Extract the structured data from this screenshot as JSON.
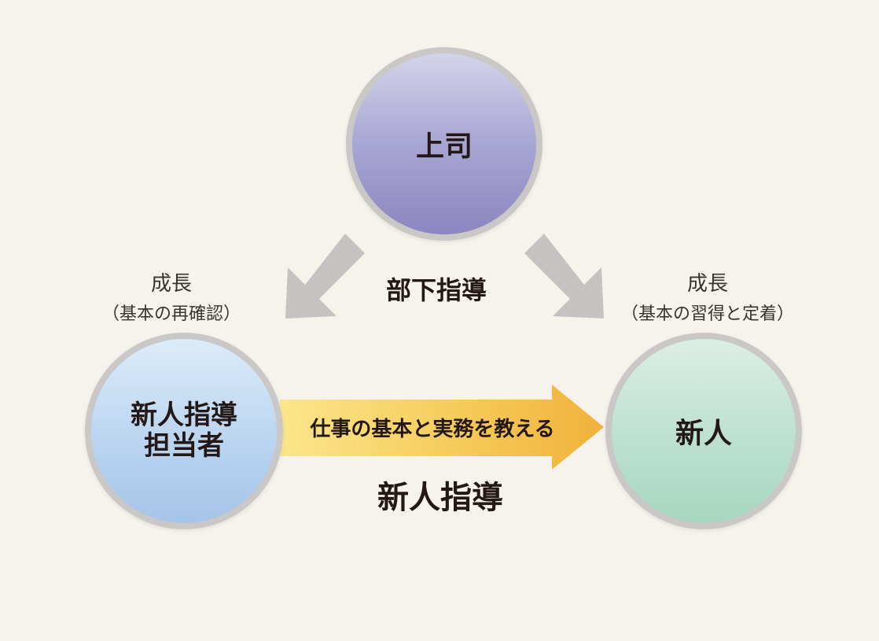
{
  "nodes": {
    "boss": "上司",
    "mentor_line1": "新人指導",
    "mentor_line2": "担当者",
    "newbie": "新人"
  },
  "labels": {
    "subordinate_guidance": "部下指導",
    "growth_left_title": "成長",
    "growth_left_sub": "（基本の再確認）",
    "growth_right_title": "成長",
    "growth_right_sub": "（基本の習得と定着）",
    "arrow_text": "仕事の基本と実務を教える",
    "newhire_training": "新人指導"
  },
  "colors": {
    "gray_arrow": "#c4c3c1",
    "yellow_arrow_start": "#fbe58a",
    "yellow_arrow_end": "#f1b43c"
  }
}
